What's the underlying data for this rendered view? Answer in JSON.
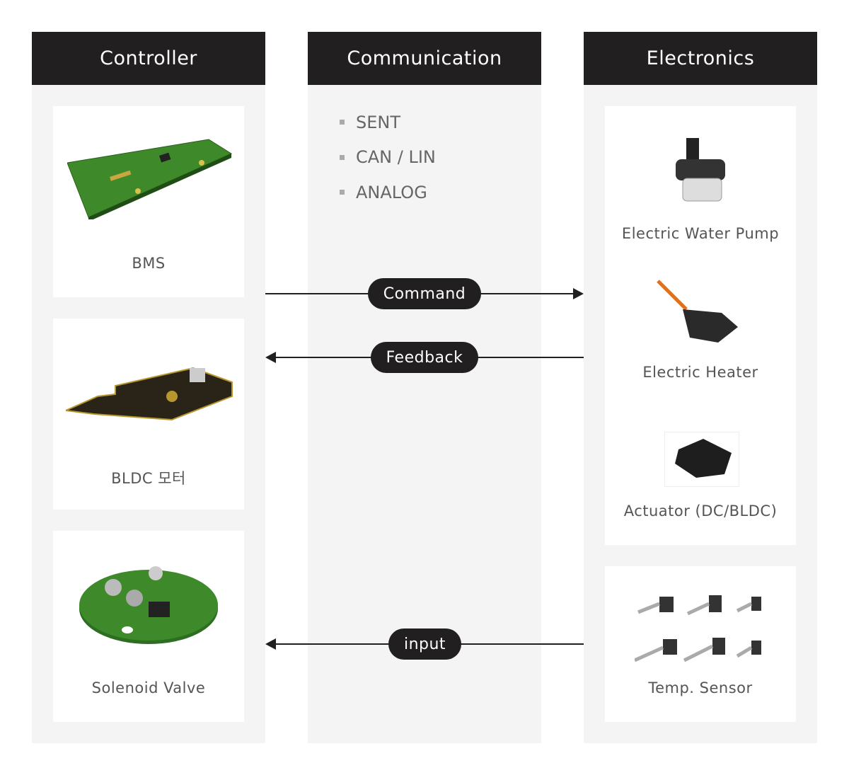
{
  "columns": {
    "controller": {
      "title": "Controller",
      "items": [
        "BMS",
        "BLDC 모터",
        "Solenoid Valve"
      ]
    },
    "communication": {
      "title": "Communication",
      "protocols": [
        "SENT",
        "CAN / LIN",
        "ANALOG"
      ]
    },
    "electronics": {
      "title": "Electronics",
      "items": [
        "Electric Water Pump",
        "Electric Heater",
        "Actuator (DC/BLDC)",
        "Temp. Sensor"
      ]
    }
  },
  "flows": {
    "command": "Command",
    "feedback": "Feedback",
    "input": "input"
  },
  "colors": {
    "header": "#221f20",
    "panel": "#f4f4f4",
    "pcb": "#3e8a2a"
  }
}
